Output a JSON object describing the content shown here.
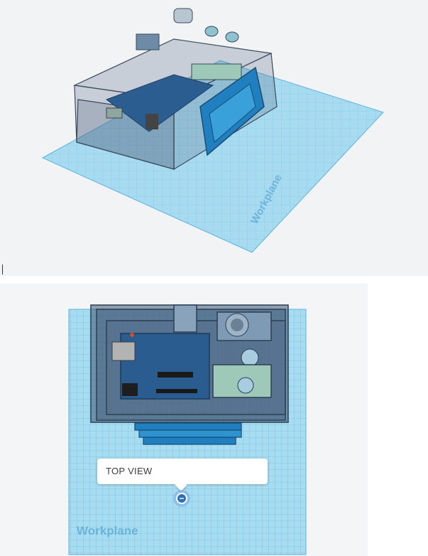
{
  "top_view": {
    "workplane_label": "Workplane"
  },
  "bottom_view": {
    "workplane_label": "Workplane",
    "view_label": "TOP VIEW",
    "zoom_icon": "minus-circle-icon"
  },
  "colors": {
    "workplane_fill": "#a8dcf0",
    "workplane_grid": "#5fb6de",
    "enclosure_edge": "#3b4a5c",
    "board_blue": "#2b5c8f",
    "lcd_blue": "#1f7fbf",
    "sensor_green": "#9ec9b8"
  }
}
